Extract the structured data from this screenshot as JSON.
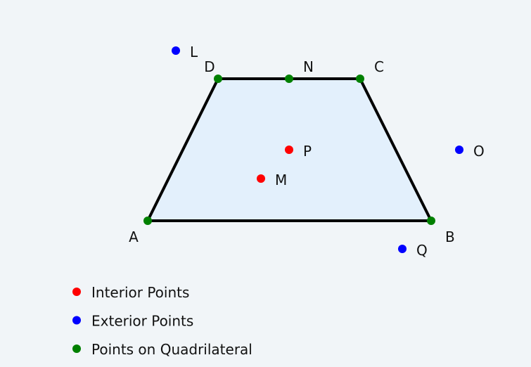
{
  "colors": {
    "interior": "#ff0000",
    "exterior": "#0000ff",
    "on_quadrilateral": "#008000",
    "fill": "#e3f0fc",
    "edge": "#000000"
  },
  "quadrilateral": {
    "vertices": [
      "A",
      "B",
      "C",
      "D"
    ]
  },
  "points": [
    {
      "label": "A",
      "category": "on_quadrilateral"
    },
    {
      "label": "B",
      "category": "on_quadrilateral"
    },
    {
      "label": "C",
      "category": "on_quadrilateral"
    },
    {
      "label": "D",
      "category": "on_quadrilateral"
    },
    {
      "label": "N",
      "category": "on_quadrilateral"
    },
    {
      "label": "P",
      "category": "interior"
    },
    {
      "label": "M",
      "category": "interior"
    },
    {
      "label": "L",
      "category": "exterior"
    },
    {
      "label": "O",
      "category": "exterior"
    },
    {
      "label": "Q",
      "category": "exterior"
    }
  ],
  "legend": [
    {
      "label": "Interior Points",
      "category": "interior"
    },
    {
      "label": "Exterior Points",
      "category": "exterior"
    },
    {
      "label": "Points on Quadrilateral",
      "category": "on_quadrilateral"
    }
  ]
}
